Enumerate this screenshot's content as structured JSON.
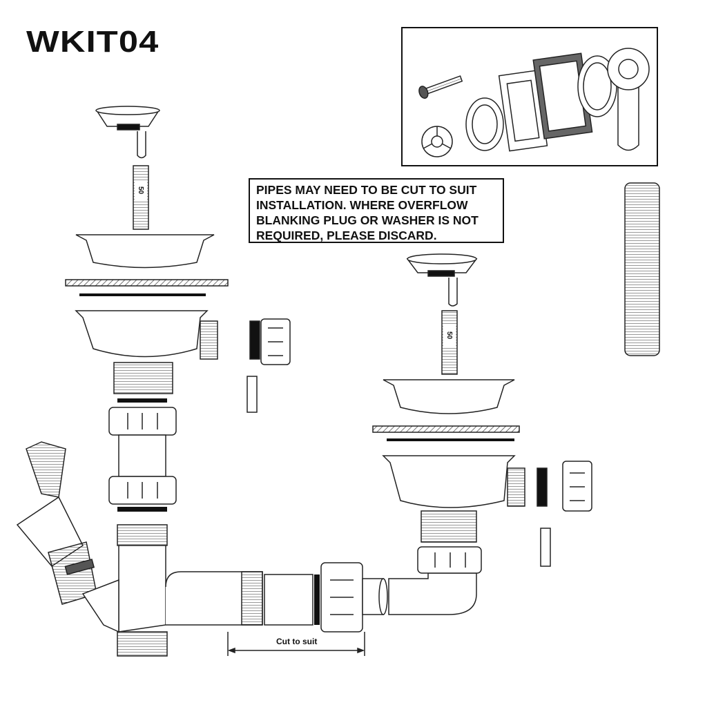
{
  "title": "WKIT04",
  "note": {
    "lines": [
      "PIPES MAY NEED TO BE CUT TO SUIT",
      "INSTALLATION. WHERE OVERFLOW",
      "BLANKING PLUG OR WASHER IS NOT",
      "REQUIRED, PLEASE DISCARD."
    ]
  },
  "dimension_label": "Cut to suit",
  "bolt_labels": {
    "left": "50",
    "right": "50"
  }
}
